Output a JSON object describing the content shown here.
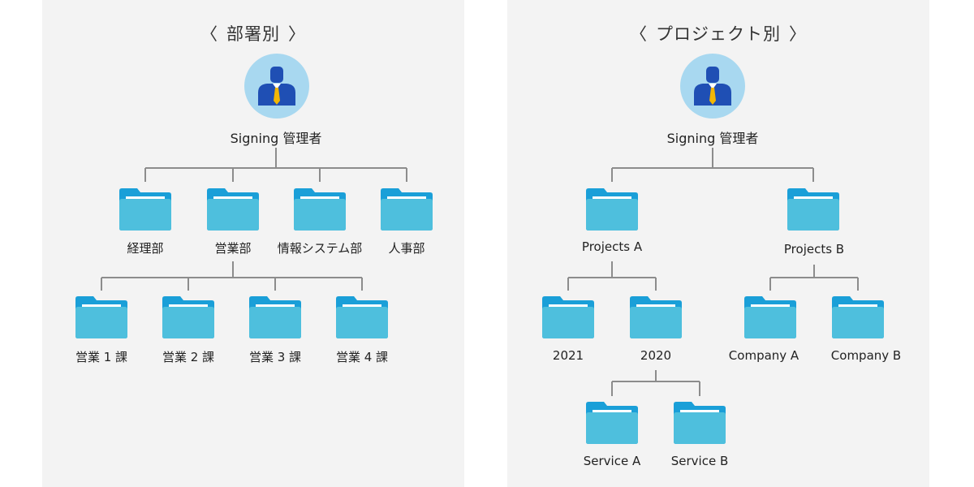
{
  "colors": {
    "panel": "#f3f3f3",
    "connector": "#8c8c8c",
    "folder_back": "#1a9fd8",
    "folder_front": "#4ebfdd",
    "folder_paper": "#ffffff",
    "avatar_bg": "#a8d8f0",
    "avatar_suit": "#1f4fb4",
    "avatar_tie": "#f2b705"
  },
  "left": {
    "title_open": "〈",
    "title": "部署別",
    "title_close": "〉",
    "root": "Signing 管理者",
    "departments": [
      "経理部",
      "営業部",
      "情報システム部",
      "人事部"
    ],
    "sections": [
      "営業 1 課",
      "営業 2 課",
      "営業 3 課",
      "営業 4 課"
    ]
  },
  "right": {
    "title_open": "〈",
    "title": "プロジェクト別",
    "title_close": "〉",
    "root": "Signing 管理者",
    "projects": [
      "Projects A",
      "Projects B"
    ],
    "years": [
      "2021",
      "2020"
    ],
    "companies": [
      "Company A",
      "Company B"
    ],
    "services": [
      "Service A",
      "Service B"
    ]
  }
}
